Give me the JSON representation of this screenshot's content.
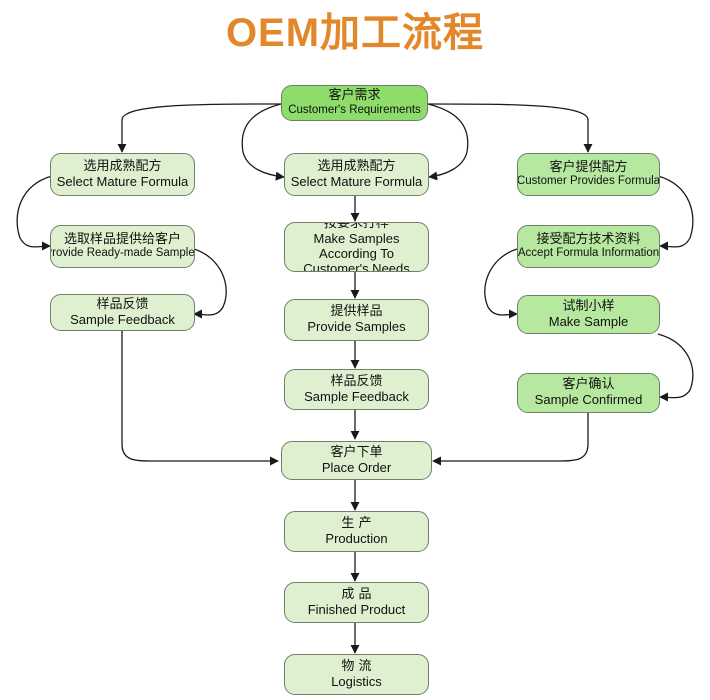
{
  "title": "OEM加工流程",
  "theme": {
    "title_color": "#e3872b",
    "node_stroke": "#6f7f6a",
    "edge_color": "#1a1a1a",
    "background": "#ffffff",
    "tone_dark": "#8edc69",
    "tone_mid": "#b7e8a0",
    "tone_light": "#dff0d0"
  },
  "chart_data": {
    "type": "diagram",
    "title": "OEM加工流程",
    "nodes": [
      {
        "id": "n1",
        "zh": "客户需求",
        "en": "Customer's Requirements",
        "column": "center",
        "tone": "dark"
      },
      {
        "id": "n2",
        "zh": "选用成熟配方",
        "en": "Select Mature Formula",
        "column": "left",
        "tone": "light"
      },
      {
        "id": "n3",
        "zh": "选用成熟配方",
        "en": "Select Mature Formula",
        "column": "center",
        "tone": "light"
      },
      {
        "id": "n4",
        "zh": "客户提供配方",
        "en": "Customer Provides Formula",
        "column": "right",
        "tone": "mid"
      },
      {
        "id": "n5",
        "zh": "选取样品提供给客户",
        "en": "Provide Ready-made Samples",
        "column": "left",
        "tone": "light"
      },
      {
        "id": "n6",
        "zh": "按要求打样",
        "en": "Make Samples According To Customer's Needs",
        "column": "center",
        "tone": "light"
      },
      {
        "id": "n7",
        "zh": "接受配方技术资料",
        "en": "Accept Formula Information",
        "column": "right",
        "tone": "mid"
      },
      {
        "id": "n8",
        "zh": "样品反馈",
        "en": "Sample Feedback",
        "column": "left",
        "tone": "light"
      },
      {
        "id": "n9",
        "zh": "提供样品",
        "en": "Provide Samples",
        "column": "center",
        "tone": "light"
      },
      {
        "id": "n10",
        "zh": "试制小样",
        "en": "Make Sample",
        "column": "right",
        "tone": "mid"
      },
      {
        "id": "n11",
        "zh": "样品反馈",
        "en": "Sample Feedback",
        "column": "center",
        "tone": "light"
      },
      {
        "id": "n12",
        "zh": "客户确认",
        "en": "Sample Confirmed",
        "column": "right",
        "tone": "mid"
      },
      {
        "id": "n13",
        "zh": "客户下单",
        "en": "Place Order",
        "column": "center",
        "tone": "light"
      },
      {
        "id": "n14",
        "zh": "生 产",
        "en": "Production",
        "column": "center",
        "tone": "light"
      },
      {
        "id": "n15",
        "zh": "成 品",
        "en": "Finished Product",
        "column": "center",
        "tone": "light"
      },
      {
        "id": "n16",
        "zh": "物 流",
        "en": "Logistics",
        "column": "center",
        "tone": "light"
      }
    ],
    "edges": [
      {
        "from": "n1",
        "to": "n2"
      },
      {
        "from": "n1",
        "to": "n3"
      },
      {
        "from": "n1",
        "to": "n3"
      },
      {
        "from": "n1",
        "to": "n4"
      },
      {
        "from": "n2",
        "to": "n5"
      },
      {
        "from": "n3",
        "to": "n6"
      },
      {
        "from": "n4",
        "to": "n7"
      },
      {
        "from": "n5",
        "to": "n8"
      },
      {
        "from": "n6",
        "to": "n9"
      },
      {
        "from": "n7",
        "to": "n10"
      },
      {
        "from": "n9",
        "to": "n11"
      },
      {
        "from": "n10",
        "to": "n12"
      },
      {
        "from": "n8",
        "to": "n13"
      },
      {
        "from": "n11",
        "to": "n13"
      },
      {
        "from": "n12",
        "to": "n13"
      },
      {
        "from": "n13",
        "to": "n14"
      },
      {
        "from": "n14",
        "to": "n15"
      },
      {
        "from": "n15",
        "to": "n16"
      }
    ]
  },
  "nodes": {
    "n1": {
      "zh": "客户需求",
      "en": "Customer's Requirements"
    },
    "n2": {
      "zh": "选用成熟配方",
      "en": "Select Mature Formula"
    },
    "n3": {
      "zh": "选用成熟配方",
      "en": "Select Mature Formula"
    },
    "n4": {
      "zh": "客户提供配方",
      "en": "Customer Provides Formula"
    },
    "n5": {
      "zh": "选取样品提供给客户",
      "en": "Provide Ready-made Samples"
    },
    "n6": {
      "zh": "按要求打样",
      "en": "Make Samples According To Customer's Needs"
    },
    "n7": {
      "zh": "接受配方技术资料",
      "en": "Accept Formula Information"
    },
    "n8": {
      "zh": "样品反馈",
      "en": "Sample Feedback"
    },
    "n9": {
      "zh": "提供样品",
      "en": "Provide Samples"
    },
    "n10": {
      "zh": "试制小样",
      "en": "Make Sample"
    },
    "n11": {
      "zh": "样品反馈",
      "en": "Sample Feedback"
    },
    "n12": {
      "zh": "客户确认",
      "en": "Sample Confirmed"
    },
    "n13": {
      "zh": "客户下单",
      "en": "Place Order"
    },
    "n14": {
      "zh": "生 产",
      "en": "Production"
    },
    "n15": {
      "zh": "成 品",
      "en": "Finished Product"
    },
    "n16": {
      "zh": "物 流",
      "en": "Logistics"
    }
  }
}
